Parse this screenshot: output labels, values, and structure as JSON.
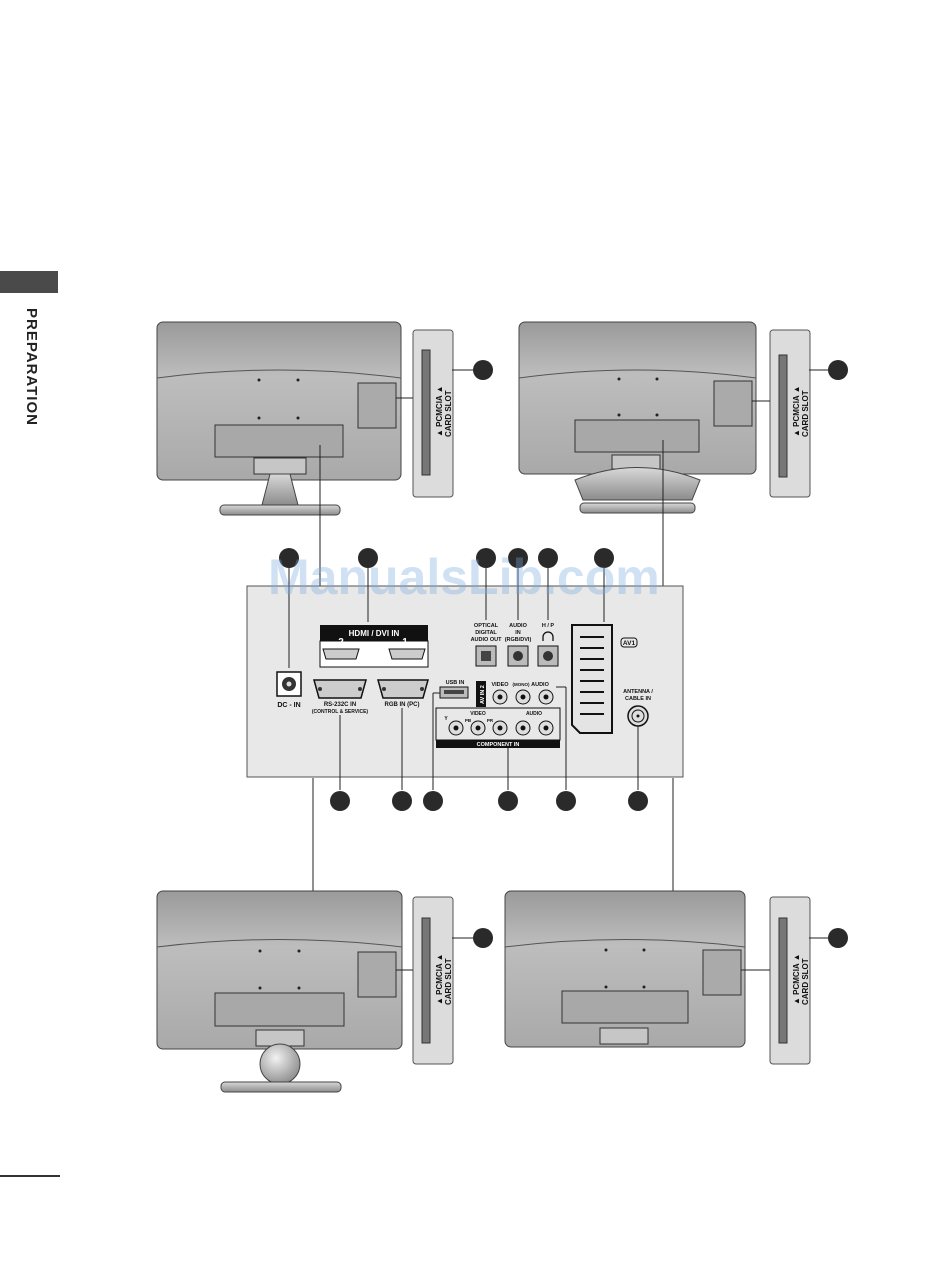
{
  "section_tab": "PREPARATION",
  "watermark": "ManualsLib.com",
  "card_slot_label_line1": "▲ PCMCIA ▲",
  "card_slot_label_line2": "CARD SLOT",
  "panel": {
    "hdmi_title": "HDMI / DVI IN",
    "hdmi_port2": "2",
    "hdmi_port1": "1",
    "dc_in": "DC - IN",
    "optical_l1": "OPTICAL",
    "optical_l2": "DIGITAL",
    "optical_l3": "AUDIO OUT",
    "audio_in_l1": "AUDIO",
    "audio_in_l2": "IN",
    "audio_in_l3": "(RGB/DVI)",
    "headphone": "H / P",
    "av1": "AV1",
    "rs232_l1": "RS-232C IN",
    "rs232_l2": "(CONTROL & SERVICE)",
    "rgb_in": "RGB IN (PC)",
    "usb_in": "USB IN",
    "av2": "AV IN 2",
    "av2_video": "VIDEO",
    "av2_mono": "(MONO)",
    "av2_audio": "AUDIO",
    "component_video": "VIDEO",
    "component_audio": "AUDIO",
    "component_y": "Y",
    "component_pb": "PB",
    "component_pr": "PR",
    "component_in": "COMPONENT IN",
    "antenna_l1": "ANTENNA /",
    "antenna_l2": "CABLE IN"
  }
}
